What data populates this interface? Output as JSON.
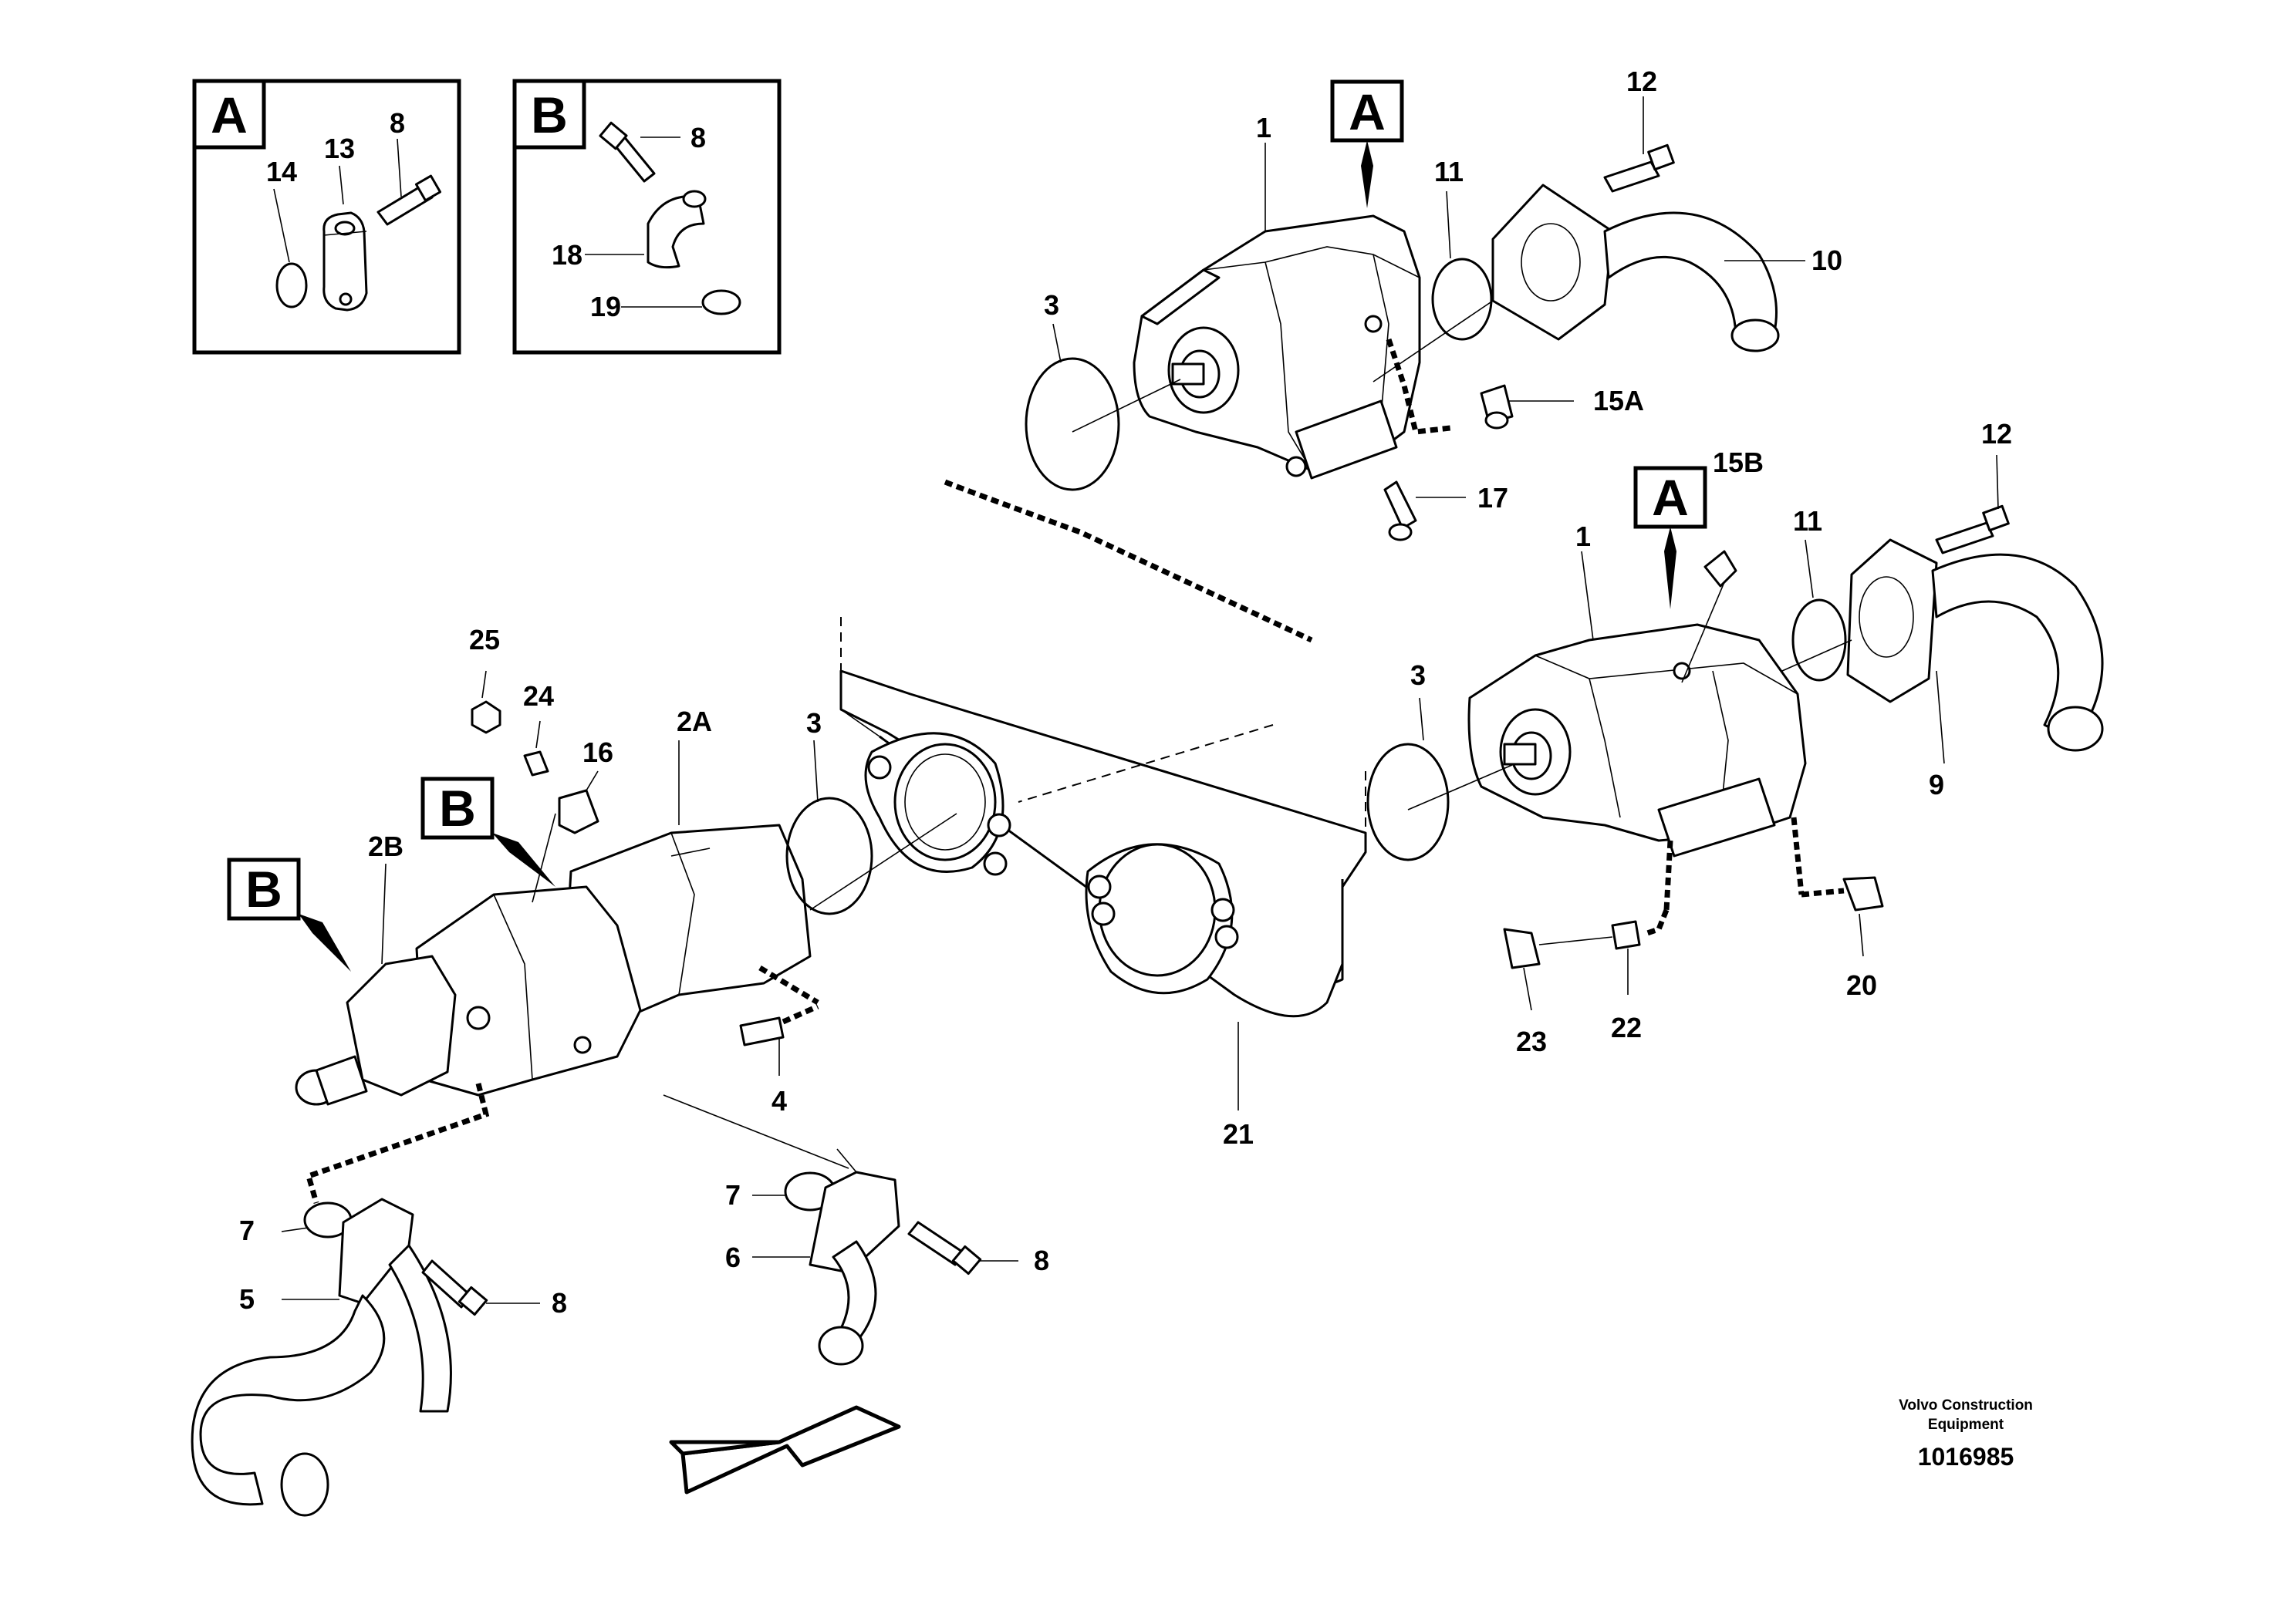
{
  "detail_boxes": [
    {
      "letter": "A",
      "labels": [
        "14",
        "13",
        "8"
      ]
    },
    {
      "letter": "B",
      "labels": [
        "8",
        "18",
        "19"
      ]
    }
  ],
  "callouts": {
    "A": "A",
    "B": "B"
  },
  "part_numbers": {
    "p1": "1",
    "p2A": "2A",
    "p2B": "2B",
    "p3": "3",
    "p4": "4",
    "p5": "5",
    "p6": "6",
    "p7": "7",
    "p8": "8",
    "p9": "9",
    "p10": "10",
    "p11": "11",
    "p12": "12",
    "p15A": "15A",
    "p15B": "15B",
    "p16": "16",
    "p17": "17",
    "p20": "20",
    "p21": "21",
    "p22": "22",
    "p23": "23",
    "p24": "24",
    "p25": "25"
  },
  "footer": {
    "brand_line1": "Volvo Construction",
    "brand_line2": "Equipment",
    "drawing_number": "1016985"
  },
  "icons": [
    "front-direction-arrow-icon"
  ]
}
